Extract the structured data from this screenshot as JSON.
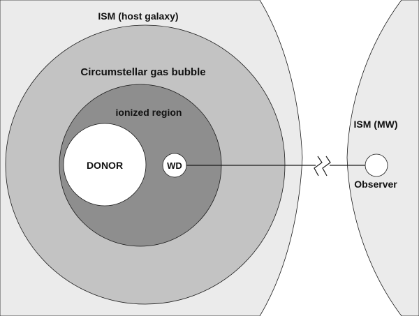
{
  "labels": {
    "ism_host": "ISM (host galaxy)",
    "bubble": "Circumstellar gas bubble",
    "ionized": "ionized region",
    "donor": "DONOR",
    "wd": "WD",
    "ism_mw": "ISM (MW)",
    "observer": "Observer"
  },
  "colors": {
    "background": "#ffffff",
    "ism": "#ebebeb",
    "bubble": "#c3c3c3",
    "ionized": "#8e8e8e",
    "stars": "#ffffff",
    "line": "#1a1a1a"
  }
}
